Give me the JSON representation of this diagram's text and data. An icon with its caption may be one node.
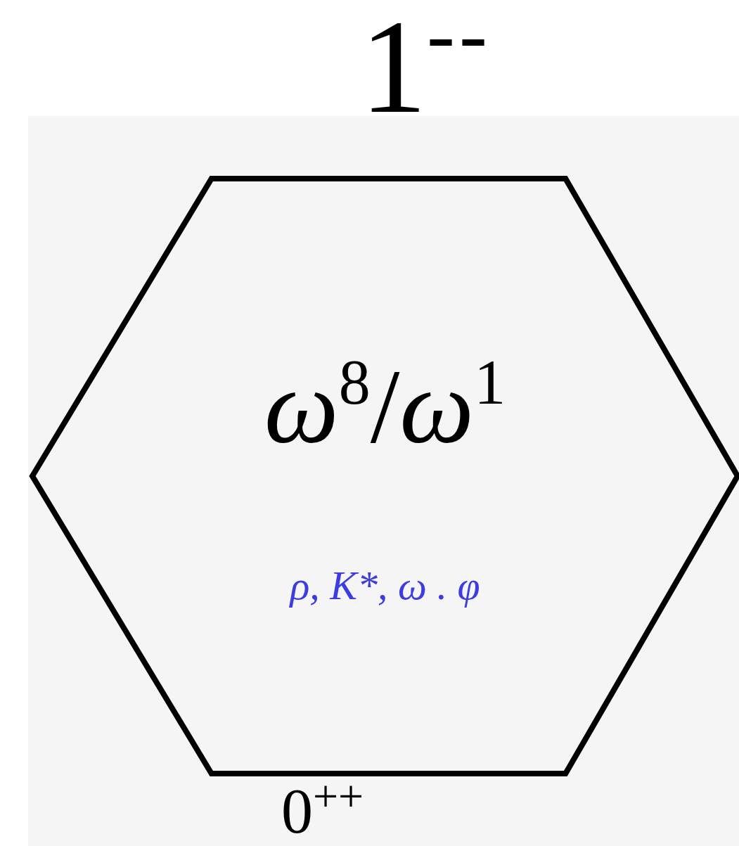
{
  "diagram": {
    "title": "1$^{--}$",
    "nodes": [
      {
        "text": [
          "*ω*$^{8}$/*ω*$^{1}$",
          "ρ, K*, ω . φ"
        ]
      }
    ],
    "edges": [],
    "labels": [
      "0$^{++}$"
    ]
  }
}
